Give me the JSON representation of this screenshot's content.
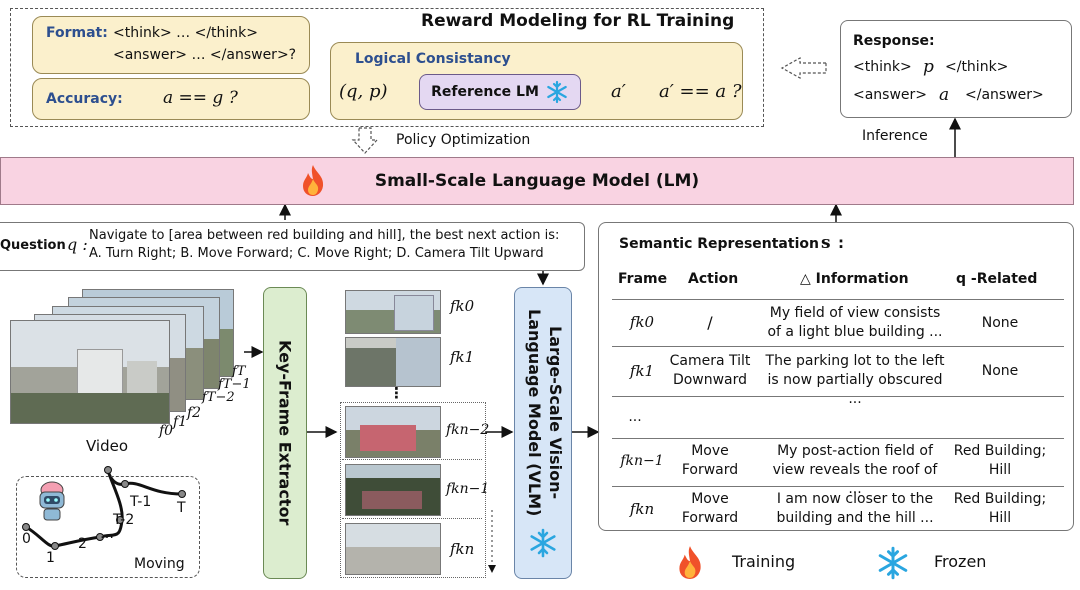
{
  "reward": {
    "title": "Reward Modeling for RL Training",
    "format_label": "Format:",
    "format_line1": "<think> … </think>",
    "format_line2": "<answer> … </answer>?",
    "accuracy_label": "Accuracy:",
    "accuracy_expr": "a == g ?",
    "logic_label": "Logical Consistancy",
    "logic_input": "(q, p)",
    "reference_lm": "Reference LM",
    "logic_a_prime": "a′",
    "logic_check": "a′ == a ?"
  },
  "response": {
    "title": "Response:",
    "think_open": "<think>",
    "think_var": "p",
    "think_close": "</think>",
    "answer_open": "<answer>",
    "answer_var": "a",
    "answer_close": "</answer>"
  },
  "labels": {
    "policy_optimization": "Policy Optimization",
    "inference": "Inference",
    "slm": "Small-Scale Language Model (LM)",
    "key_frame_extractor": "Key-Frame Extractor",
    "vlm": "Large-Scale Vision-Language Model (VLM)",
    "video": "Video",
    "moving": "Moving"
  },
  "question": {
    "label": "Question",
    "var": "q :",
    "line1": "Navigate to [area between red building and hill], the best next action is:",
    "line2": "A. Turn Right; B. Move Forward; C. Move Right; D. Camera Tilt Upward"
  },
  "video_frames": {
    "f0": "f0",
    "f1": "f1",
    "f2": "f2",
    "fT2": "fT−2",
    "fT1": "fT−1",
    "fT": "fT"
  },
  "trajectory_points": [
    "0",
    "1",
    "2",
    "…",
    "T-2",
    "T-1",
    "T"
  ],
  "keyframes": {
    "k0": "fk0",
    "k1": "fk1",
    "dots": "⋮",
    "kn2": "fkn−2",
    "kn1": "fkn−1",
    "kn": "fkn"
  },
  "semantic": {
    "title": "Semantic Representation",
    "symbol": "s",
    "colon": ":",
    "headers": [
      "Frame",
      "Action",
      "△ Information",
      "q -Related"
    ],
    "rows": [
      {
        "frame": "fk0",
        "action": "/",
        "info": "My field of view consists of a light blue building ...",
        "related": "None"
      },
      {
        "frame": "fk1",
        "action": "Camera Tilt Downward",
        "info": "The parking lot to the left is now partially obscured ...",
        "related": "None"
      },
      {
        "frame": "...",
        "action": "",
        "info": "",
        "related": ""
      },
      {
        "frame": "fkn−1",
        "action": "Move Forward",
        "info": "My post-action field of view reveals the roof of ...",
        "related": "Red Building; Hill"
      },
      {
        "frame": "fkn",
        "action": "Move Forward",
        "info": "I am now closer to the building and the hill ...",
        "related": "Red Building; Hill"
      }
    ]
  },
  "legend": {
    "training": "Training",
    "frozen": "Frozen"
  },
  "icons": {
    "fire": "fire-icon",
    "snowflake": "snowflake-icon",
    "robot": "robot-icon"
  },
  "colors": {
    "slm_fill": "#f9d3e2",
    "kfe_fill": "#dcedcf",
    "vlm_fill": "#d7e6f7",
    "reward_box_fill": "#fbf0cc",
    "reference_fill": "#e4d8f2",
    "snowflake": "#2aa6e0",
    "fire": "#f0512a"
  }
}
